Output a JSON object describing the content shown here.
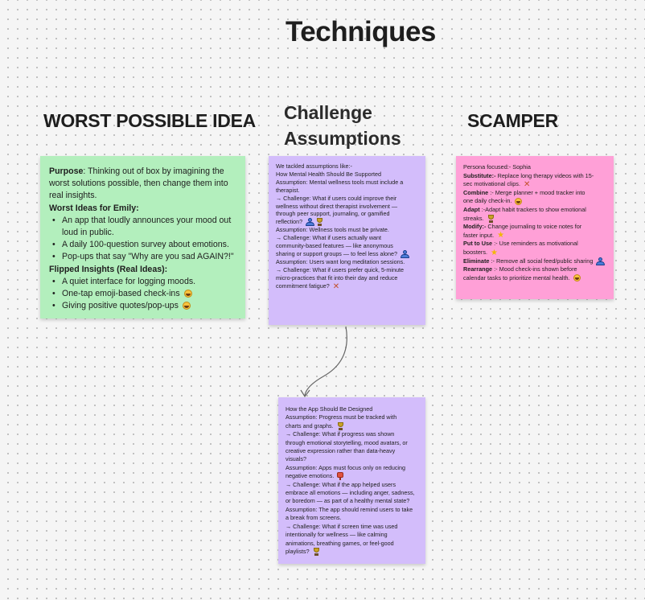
{
  "board": {
    "title": "Techniques",
    "sections": {
      "worst": "WORST POSSIBLE IDEA",
      "challenge": [
        "Challenge",
        "Assumptions"
      ],
      "scamper": "SCAMPER"
    }
  },
  "green_note": {
    "purpose_label": "Purpose",
    "purpose_lines": [
      ": Thinking out of box by imagining the",
      "worst solutions possible, then change them into",
      "real insights."
    ],
    "worst_heading": "Worst Ideas for Emily:",
    "worst_items": [
      "An app that loudly announces your mood out",
      "loud in public.",
      "A daily 100-question survey about emotions.",
      "Pop-ups that say \"Why are you sad AGAIN?!\""
    ],
    "flipped_heading": "Flipped Insights (Real Ideas):",
    "flipped_items": [
      "A quiet interface for logging moods.",
      "One-tap emoji-based check-ins",
      "Giving positive quotes/pop-ups"
    ]
  },
  "challenge_note_top": {
    "lines": [
      "We tackled assumptions like:-",
      "How Mental Health Should Be Supported",
      "Assumption: Mental wellness tools must include a",
      "therapist.",
      "  → Challenge: What if users could improve their",
      "wellness without direct therapist involvement —",
      "through peer support, journaling, or gamified",
      "reflection?",
      "Assumption: Wellness tools must be private.",
      "  → Challenge: What if users actually want",
      "community-based features — like anonymous",
      "sharing or support groups — to feel less alone?",
      "Assumption: Users want long meditation sessions.",
      "  → Challenge: What if users prefer quick, 5-minute",
      "micro-practices that fit into their day and reduce",
      "commitment fatigue?"
    ]
  },
  "challenge_note_bottom": {
    "lines": [
      "How the App Should Be Designed",
      "Assumption: Progress must be tracked with",
      "charts and graphs.",
      "  → Challenge: What if progress was shown",
      "through emotional storytelling, mood avatars, or",
      "creative expression rather than data-heavy",
      "visuals?",
      "Assumption: Apps must focus only on reducing",
      "negative emotions.",
      "  → Challenge: What if the app helped users",
      "embrace all emotions — including anger, sadness,",
      "or boredom — as part of a healthy mental state?",
      "Assumption: The app should remind users to take",
      "a break from screens.",
      "  → Challenge: What if screen time was used",
      "intentionally for wellness — like calming",
      "animations, breathing games, or feel-good",
      "playlists?"
    ]
  },
  "scamper_note": {
    "intro": "Persona focused:- Sophia",
    "items": [
      {
        "label": "Substitute:-",
        "lines": [
          " Replace long therapy videos with 15-",
          "sec motivational clips."
        ]
      },
      {
        "label": "Combine",
        "lines": [
          " :- Merge planner + mood tracker into",
          "one daily check-in."
        ]
      },
      {
        "label": "Adapt",
        "lines": [
          " :-Adapt habit trackers to show emotional",
          "streaks."
        ]
      },
      {
        "label": "Modify:-",
        "lines": [
          " Change journaling to voice notes for",
          "faster input."
        ]
      },
      {
        "label": "Put to Use",
        "lines": [
          " :- Use reminders as motivational",
          "boosters."
        ]
      },
      {
        "label": "Eliminate",
        "lines": [
          " :- Remove all social feed/public sharing"
        ]
      },
      {
        "label": "Rearrange",
        "lines": [
          " :- Mood check-ins shown before",
          "calendar tasks to prioritize mental health."
        ]
      }
    ]
  },
  "icons": {
    "smile": "grinning-emoji-icon",
    "trophy": "trophy-icon",
    "person": "person-icon",
    "star": "star-icon",
    "cross": "cross-mark-icon",
    "pin": "pin-icon"
  },
  "colors": {
    "green_note": "#b3efbd",
    "purple_note": "#d3bdfb",
    "pink_note": "#ffa0d7",
    "canvas": "#f5f5f5"
  }
}
